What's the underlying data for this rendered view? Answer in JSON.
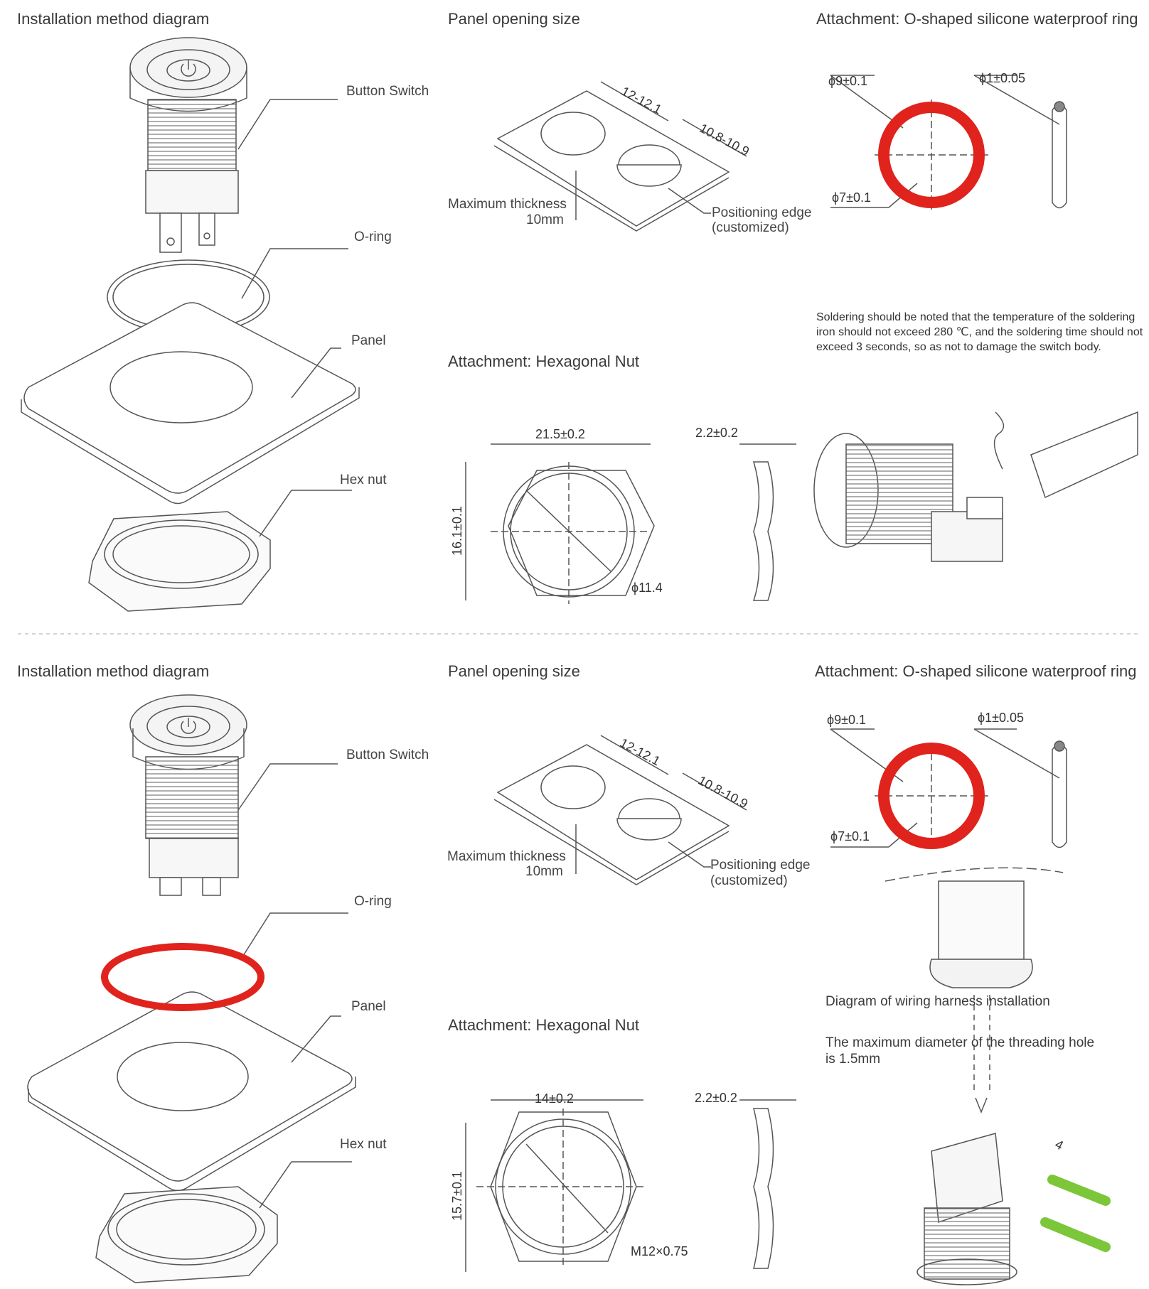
{
  "top": {
    "install_title": "Installation method diagram",
    "panel_title": "Panel opening size",
    "oring_title": "Attachment: O-shaped silicone waterproof ring",
    "labels": {
      "button_switch": "Button Switch",
      "o_ring": "O-ring",
      "panel": "Panel",
      "hex_nut": "Hex nut"
    },
    "panel_dims": {
      "width": "12-12.1",
      "edge": "10.8-10.9",
      "max_thickness": "Maximum thickness",
      "max_thickness_value": "10mm",
      "positioning_edge": "Positioning edge",
      "customized": "(customized)"
    },
    "oring_dims": {
      "outer": "ϕ9±0.1",
      "cross": "ϕ1±0.05",
      "inner": "ϕ7±0.1"
    },
    "solder_note": "Soldering should be noted that the temperature of the soldering iron should not exceed 280 ℃, and the soldering time should not exceed 3 seconds, so as not to damage the switch body.",
    "nut_title": "Attachment:   Hexagonal Nut",
    "nut_dims": {
      "width": "21.5±0.2",
      "thickness": "2.2±0.2",
      "height": "16.1±0.1",
      "diameter": "ϕ11.4"
    }
  },
  "bottom": {
    "install_title": "Installation method diagram",
    "panel_title": "Panel opening size",
    "oring_title": "Attachment: O-shaped silicone waterproof ring",
    "labels": {
      "button_switch": "Button Switch",
      "o_ring": "O-ring",
      "panel": "Panel",
      "hex_nut": "Hex nut"
    },
    "panel_dims": {
      "width": "12-12.1",
      "edge": "10.8-10.9",
      "max_thickness": "Maximum thickness",
      "max_thickness_value": "10mm",
      "positioning_edge": "Positioning edge",
      "customized": "(customized)"
    },
    "oring_dims": {
      "outer": "ϕ9±0.1",
      "cross": "ϕ1±0.05",
      "inner": "ϕ7±0.1"
    },
    "wiring_title": "Diagram of wiring harness installation",
    "wiring_note": "The maximum diameter of the threading hole is 1.5mm",
    "wire_dim": "4",
    "nut_title": "Attachment:   Hexagonal Nut",
    "nut_dims": {
      "width": "14±0.2",
      "thickness": "2.2±0.2",
      "height": "15.7±0.1",
      "thread": "M12×0.75"
    }
  },
  "colors": {
    "accent_ring": "#e0231c",
    "line": "#555555",
    "wire": "#7cc63a"
  }
}
